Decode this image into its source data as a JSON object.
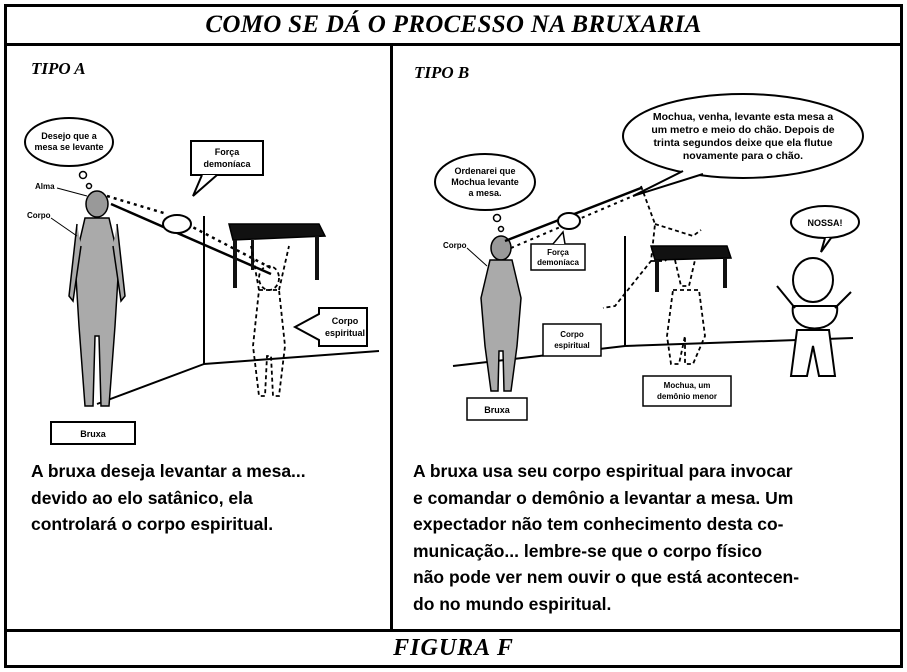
{
  "title": "COMO SE DÁ O PROCESSO NA BRUXARIA",
  "footer": "FIGURA  F",
  "panel_a": {
    "label": "TIPO A",
    "thought": [
      "Desejo que a",
      "mesa se levante"
    ],
    "force_label": [
      "Força",
      "demoníaca"
    ],
    "alma_label": "Alma",
    "corpo_label": "Corpo",
    "spirit_label": [
      "Corpo",
      "espiritual"
    ],
    "witch_label": "Bruxa",
    "caption": [
      "A bruxa deseja levantar a mesa...",
      "devido ao elo satânico, ela",
      "controlará o corpo espiritual."
    ]
  },
  "panel_b": {
    "label": "TIPO B",
    "thought": [
      "Ordenarei que",
      "Mochua levante",
      "a mesa."
    ],
    "speech": [
      "Mochua, venha, levante esta mesa a",
      "um metro e meio do chão. Depois de",
      "trinta segundos deixe que ela flutue",
      "novamente para o chão."
    ],
    "nossa": "NOSSA!",
    "corpo_label": "Corpo",
    "force_label": [
      "Força",
      "demoníaca"
    ],
    "spirit_label": [
      "Corpo",
      "espiritual"
    ],
    "demon_label": [
      "Mochua, um",
      "demônio menor"
    ],
    "witch_label": "Bruxa",
    "caption": [
      "A bruxa usa seu corpo espiritual para invocar",
      "e comandar o demônio a levantar a mesa. Um",
      "expectador não tem conhecimento desta co-",
      "municação... lembre-se que o corpo físico",
      "não pode ver nem ouvir o que está acontecen-",
      "do no mundo espiritual."
    ]
  }
}
